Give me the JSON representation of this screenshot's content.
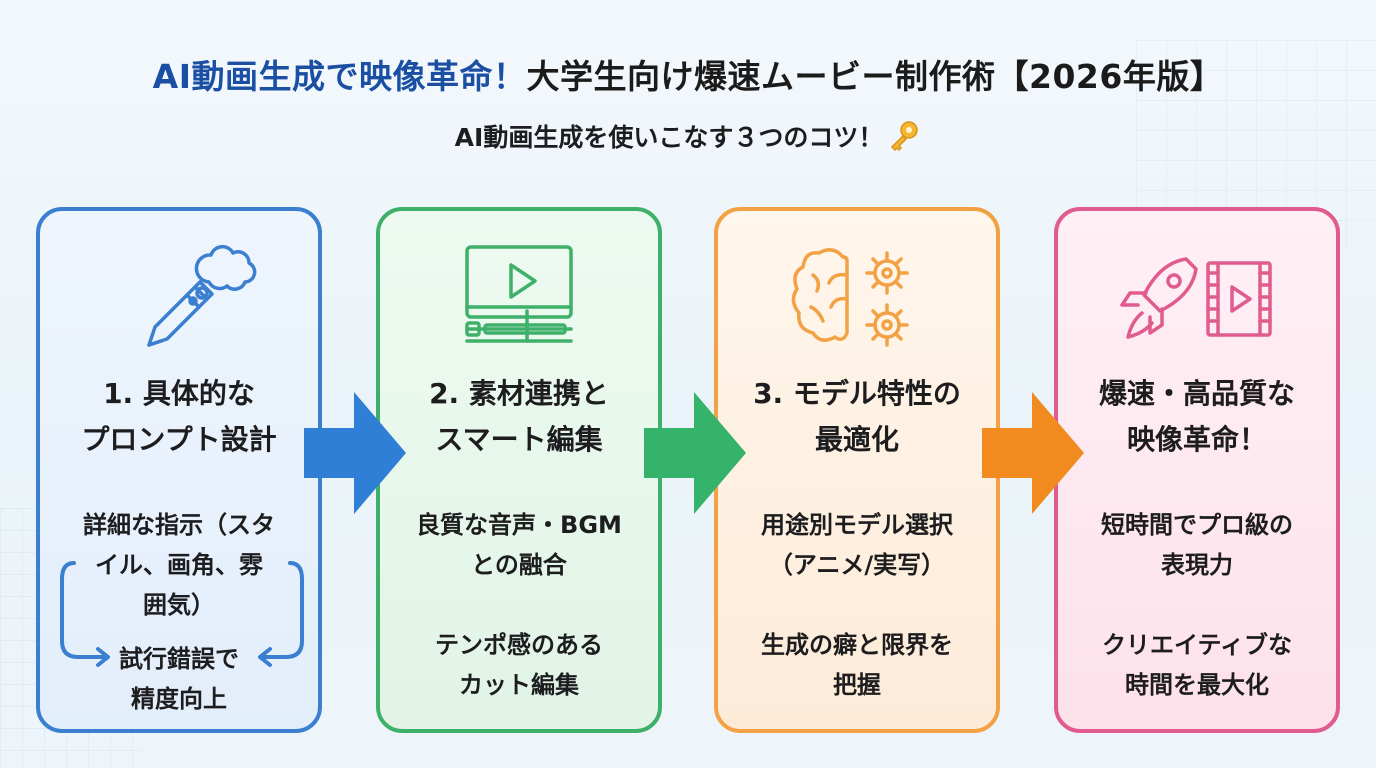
{
  "title": {
    "highlight": "AI動画生成で映像革命！",
    "rest": "大学生向け爆速ムービー制作術【2026年版】"
  },
  "subtitle": "AI動画生成を使いこなす３つのコツ！",
  "colors": {
    "title_highlight": "#1a4fa3",
    "step1": "#3a7fd0",
    "step2": "#3fb06a",
    "step3": "#f2a145",
    "result": "#e05c8e"
  },
  "cards": [
    {
      "icon": "pencil-thought-icon",
      "heading": [
        "1. 具体的な",
        "プロンプト設計"
      ],
      "lines": [
        "詳細な指示（スタ",
        "イル、画角、雰",
        "囲気）",
        "試行錯誤で",
        "精度向上"
      ]
    },
    {
      "icon": "video-editor-icon",
      "heading": [
        "2. 素材連携と",
        "スマート編集"
      ],
      "lines": [
        "良質な音声・BGM",
        "との融合",
        "テンポ感のある",
        "カット編集"
      ]
    },
    {
      "icon": "brain-gears-icon",
      "heading": [
        "3. モデル特性の",
        "最適化"
      ],
      "lines": [
        "用途別モデル選択",
        "（アニメ/実写）",
        "生成の癖と限界を",
        "把握"
      ]
    },
    {
      "icon": "rocket-film-icon",
      "heading": [
        "爆速・高品質な",
        "映像革命！"
      ],
      "lines": [
        "短時間でプロ級の",
        "表現力",
        "クリエイティブな",
        "時間を最大化"
      ]
    }
  ]
}
